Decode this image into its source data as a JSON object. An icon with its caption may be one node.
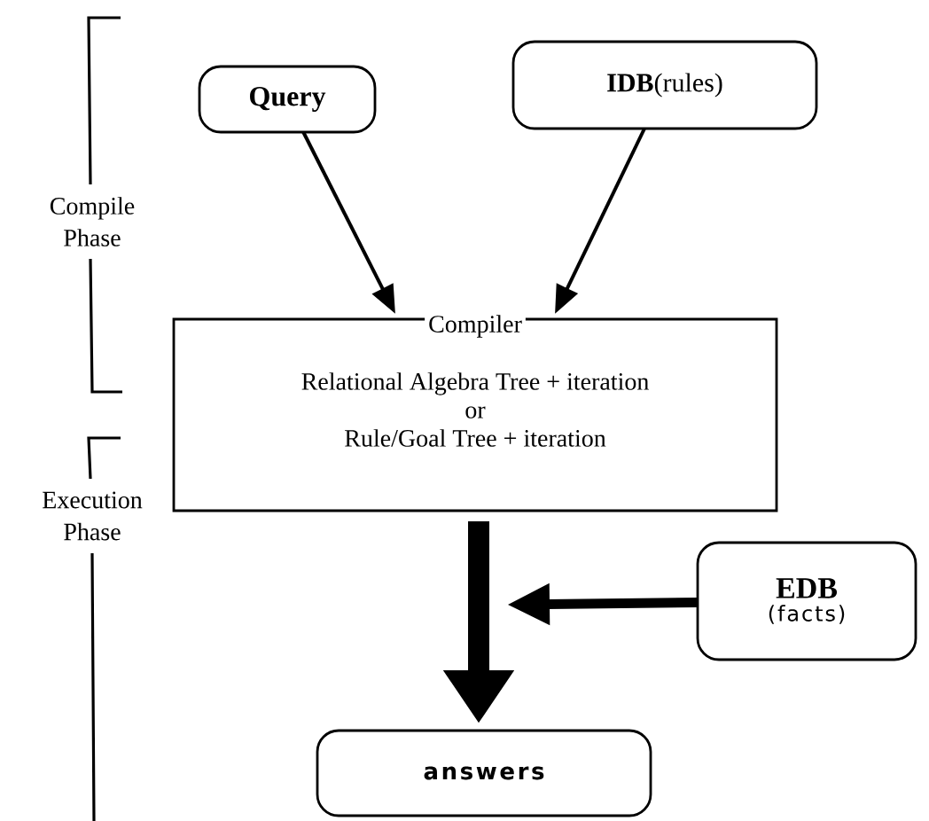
{
  "diagram": {
    "nodes": [
      {
        "text": [
          "Query"
        ]
      },
      {
        "text": [
          "**IDB**(rules)"
        ]
      },
      {
        "text": [
          "Compiler",
          "Relational Algebra Tree + iteration",
          "or",
          "Rule/Goal Tree + iteration"
        ]
      },
      {
        "text": [
          "EDB",
          "(facts)"
        ]
      },
      {
        "text": [
          "answers"
        ]
      }
    ],
    "edges": [
      {
        "from": 0,
        "to": 2,
        "arrow": "to"
      },
      {
        "from": 1,
        "to": 2,
        "arrow": "to"
      },
      {
        "from": 2,
        "to": 4,
        "arrow": "to",
        "style": "thick"
      },
      {
        "from": 3,
        "to": null,
        "arrow": "to",
        "style": "thick"
      }
    ],
    "labels": [
      "Compile Phase",
      "Execution Phase"
    ]
  }
}
